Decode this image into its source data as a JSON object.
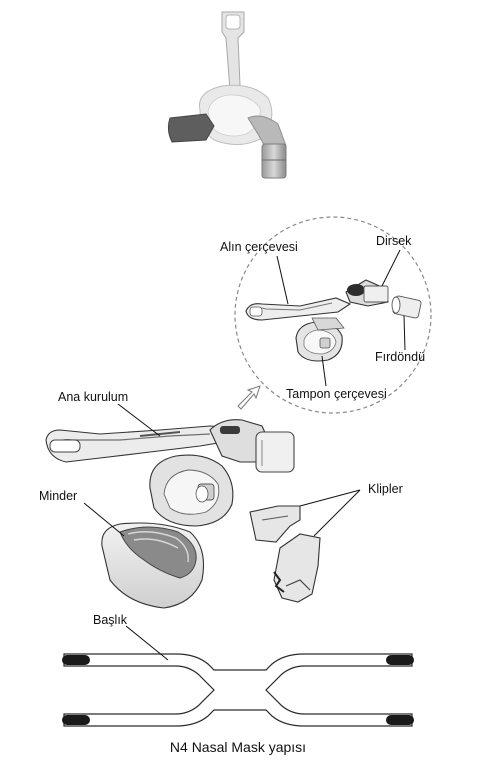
{
  "labels": {
    "alin_cercevesi": "Alın çerçevesi",
    "dirsek": "Dirsek",
    "firdondu": "Fırdöndü",
    "tampon_cercevesi": "Tampon çerçevesi",
    "ana_kurulum": "Ana kurulum",
    "klipler": "Klipler",
    "minder": "Minder",
    "baslik": "Başlık"
  },
  "caption": "N4 Nasal Mask yapısı",
  "colors": {
    "line": "#111111",
    "outline": "#333333",
    "part_light": "#e6e6e6",
    "part_mid": "#bdbdbd",
    "part_dark": "#5a5a5a",
    "strap_tab": "#1a1a1a"
  }
}
